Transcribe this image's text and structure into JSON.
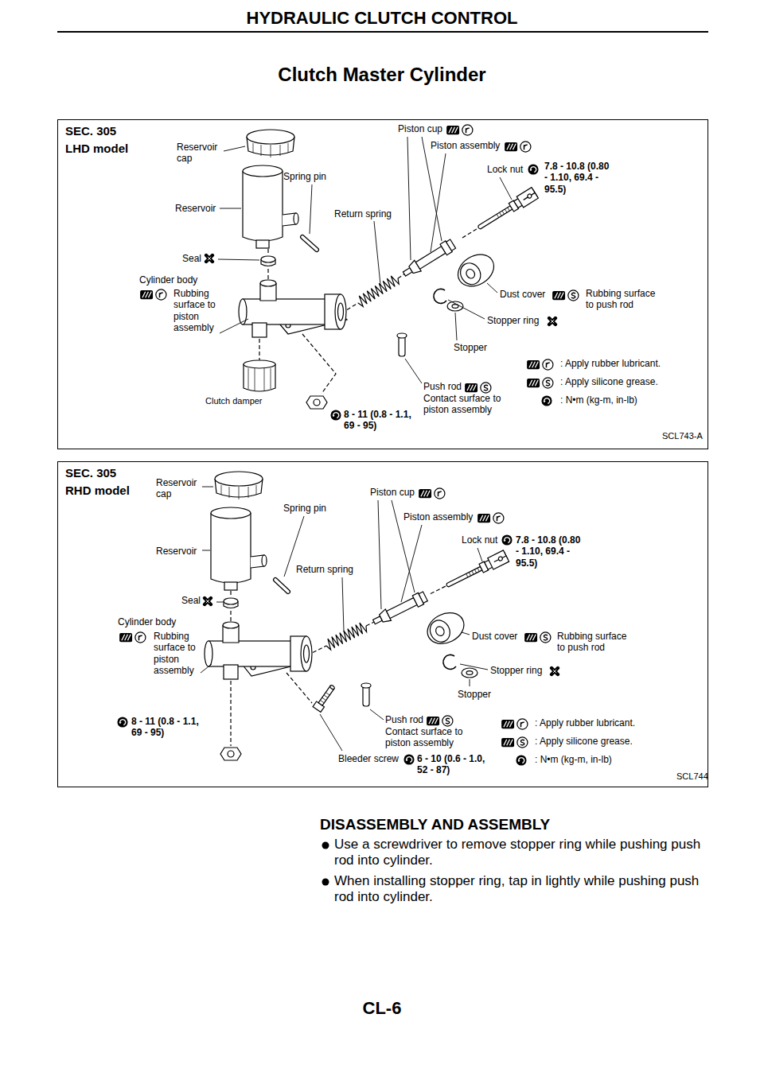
{
  "diagram": {
    "title": "Clutch Master Cylinder",
    "nodes": [
      {
        "text": [
          "SEC. 305",
          "LHD model"
        ]
      },
      {
        "text": [
          "SEC. 305",
          "RHD model"
        ]
      }
    ],
    "labels": [
      "HYDRAULIC CLUTCH CONTROL",
      "Reservoir cap",
      "Spring pin",
      "Reservoir",
      "Return spring",
      "Seal",
      "Cylinder body",
      "Rubbing surface to piston assembly",
      "Piston cup",
      "Piston assembly",
      "Lock nut",
      "7.8 - 10.8 (0.80 - 1.10, 69.4 - 95.5)",
      "Dust cover",
      "Rubbing surface to push rod",
      "Stopper ring",
      "Stopper",
      "Push rod",
      "Contact surface to piston assembly",
      "Clutch damper",
      "8 - 11 (0.8 - 1.1, 69 - 95)",
      "SCL743-A",
      "Reservoir cap",
      "Spring pin",
      "Reservoir",
      "Return spring",
      "Seal",
      "Cylinder body",
      "Rubbing surface to piston assembly",
      "Piston cup",
      "Piston assembly",
      "Lock nut",
      "7.8 - 10.8 (0.80 - 1.10, 69.4 - 95.5)",
      "Dust cover",
      "Rubbing surface to push rod",
      "Stopper ring",
      "Stopper",
      "Push rod",
      "Contact surface to piston assembly",
      "8 - 11 (0.8 - 1.1, 69 - 95)",
      "Bleeder screw",
      "6 - 10 (0.6 - 1.0, 52 - 87)",
      "SCL744",
      "DISASSEMBLY AND ASSEMBLY",
      "Use a screwdriver to remove stopper ring while pushing push rod into cylinder.",
      "When installing stopper ring, tap in lightly while pushing push rod into cylinder.",
      "CL-6"
    ],
    "legend": [
      {
        "text": ": Apply rubber lubricant."
      },
      {
        "text": ": Apply silicone grease."
      },
      {
        "text": ": N•m (kg-m, in-lb)"
      },
      {
        "text": ": Apply rubber lubricant."
      },
      {
        "text": ": Apply silicone grease."
      },
      {
        "text": ": N•m (kg-m, in-lb)"
      }
    ]
  }
}
